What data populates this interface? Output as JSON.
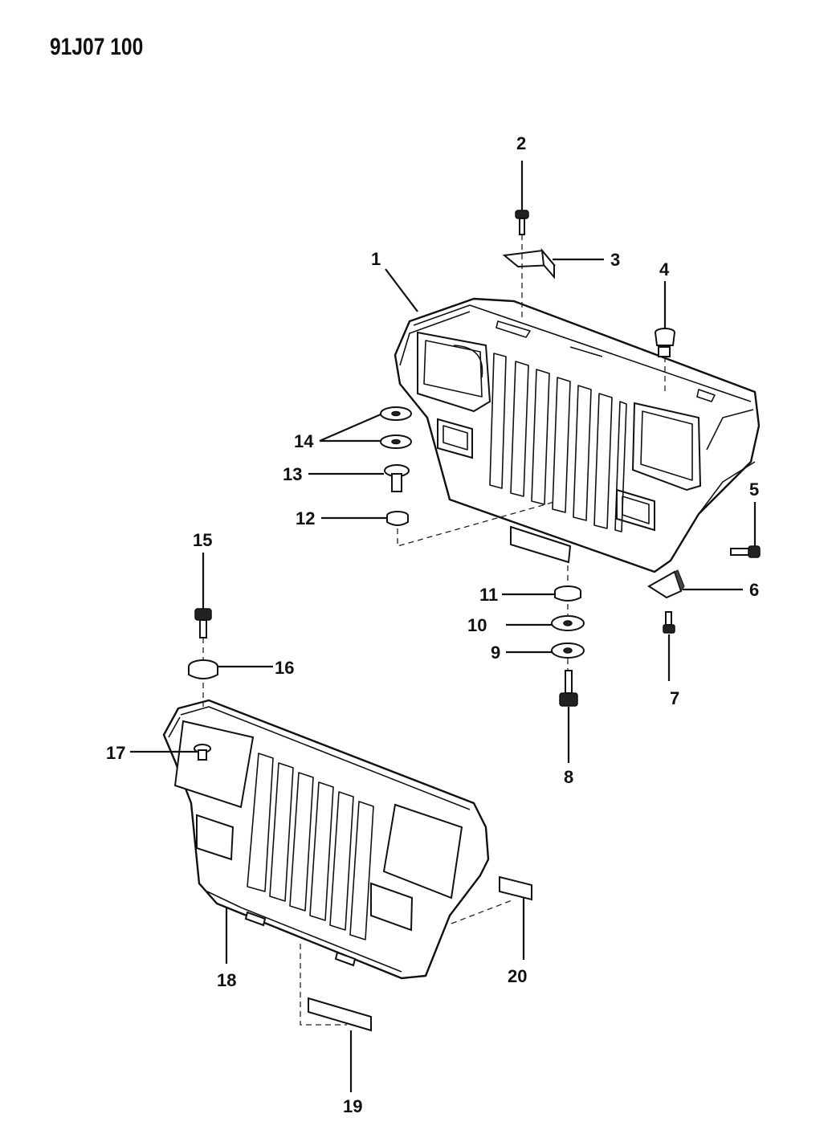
{
  "diagram": {
    "title": "91J07 100",
    "callouts": {
      "c1": "1",
      "c2": "2",
      "c3": "3",
      "c4": "4",
      "c5": "5",
      "c6": "6",
      "c7": "7",
      "c8": "8",
      "c9": "9",
      "c10": "10",
      "c11": "11",
      "c12": "12",
      "c13": "13",
      "c14": "14",
      "c15": "15",
      "c16": "16",
      "c17": "17",
      "c18": "18",
      "c19": "19",
      "c20": "20"
    }
  }
}
